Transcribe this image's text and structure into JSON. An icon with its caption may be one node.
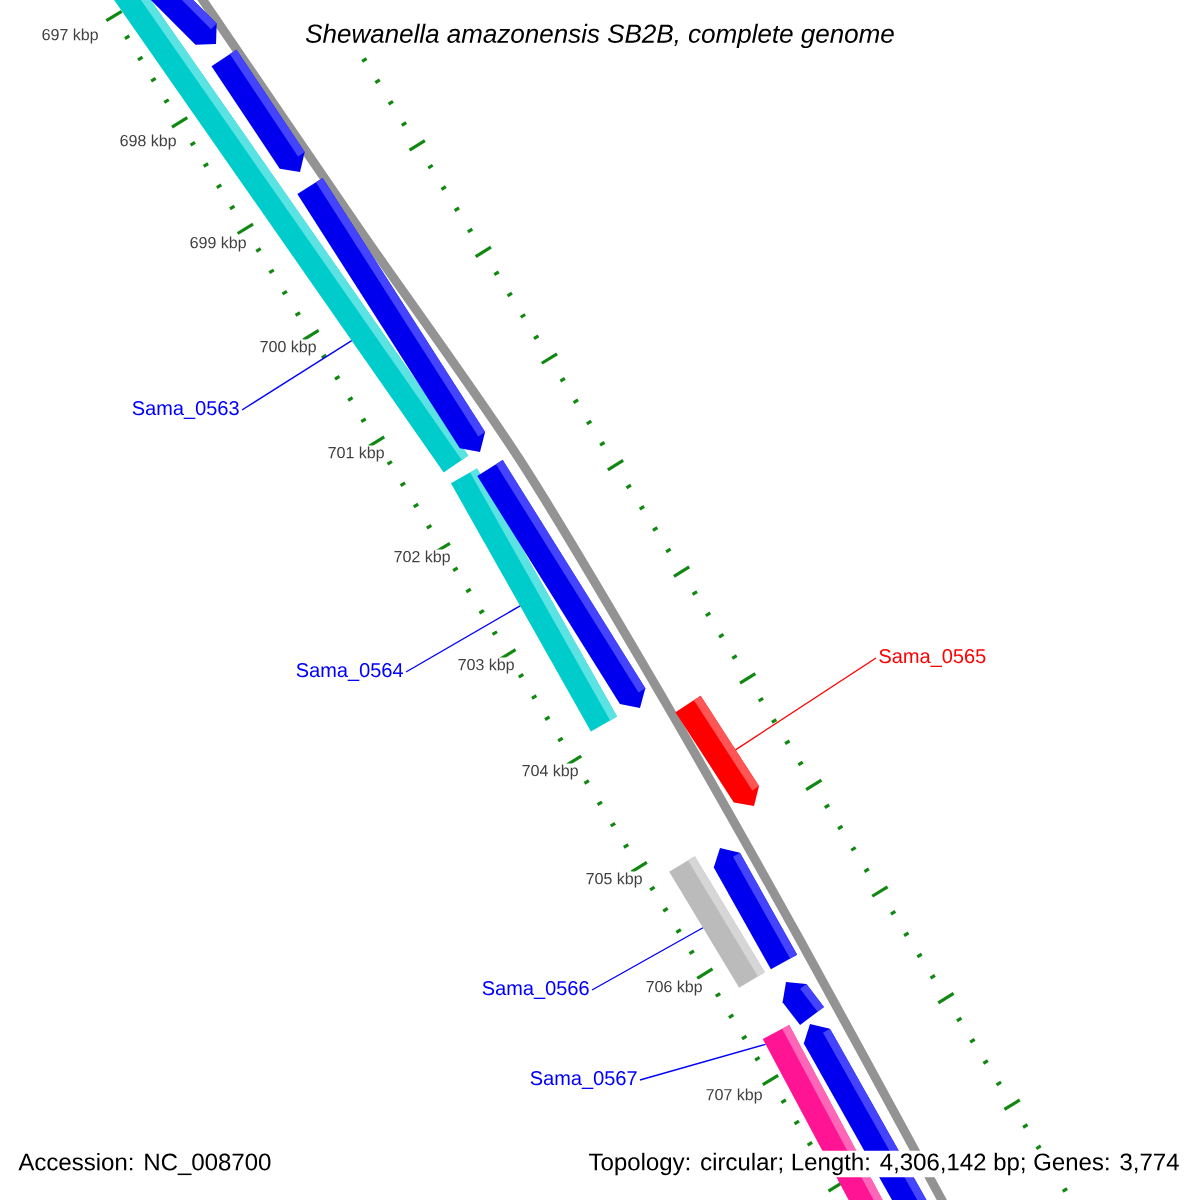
{
  "diagram": {
    "title": "Shewanella amazonensis SB2B, complete genome",
    "nodes": [
      {
        "text": [
          "Sama_0563"
        ]
      },
      {
        "text": [
          "Sama_0564"
        ]
      },
      {
        "text": [
          "Sama_0565"
        ]
      },
      {
        "text": [
          "Sama_0566"
        ]
      },
      {
        "text": [
          "Sama_0567"
        ]
      },
      {
        "text": [],
        "shape": "bar"
      },
      {
        "text": [],
        "shape": "bar"
      },
      {
        "text": [],
        "shape": "bar"
      },
      {
        "text": [],
        "shape": "bar"
      },
      {
        "text": [],
        "shape": "bar"
      },
      {
        "text": [],
        "shape": "bar"
      },
      {
        "text": [],
        "shape": "bar"
      },
      {
        "text": [],
        "shape": "bar"
      },
      {
        "text": [],
        "shape": "bar"
      },
      {
        "text": [],
        "shape": "bar"
      },
      {
        "text": [],
        "shape": "bar"
      },
      {
        "text": [],
        "shape": "bar"
      }
    ],
    "edges": [
      {
        "from": 0,
        "to": 5,
        "arrow": "none"
      },
      {
        "from": 1,
        "to": 9,
        "arrow": "none"
      },
      {
        "from": 2,
        "to": 11,
        "arrow": "none",
        "color": "#ff0000"
      },
      {
        "from": 3,
        "to": 13,
        "arrow": "none"
      },
      {
        "from": 4,
        "to": 16,
        "arrow": "none"
      }
    ],
    "labels": [
      "697 kbp",
      "698 kbp",
      "699 kbp",
      "700 kbp",
      "701 kbp",
      "702 kbp",
      "703 kbp",
      "704 kbp",
      "705 kbp",
      "706 kbp",
      "707 kbp",
      "Accession: NC_008700",
      "Topology: circular; Length: 4,306,142 bp; Genes: 3,774"
    ]
  }
}
